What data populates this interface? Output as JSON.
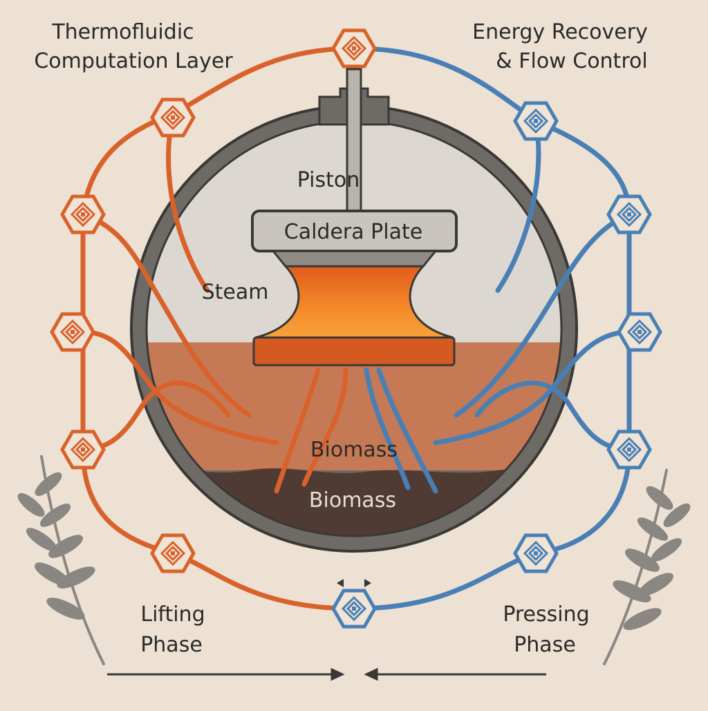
{
  "labels": {
    "left_title_line1": "Thermofluidic",
    "left_title_line2": "Computation Layer",
    "right_title_line1": "Energy Recovery",
    "right_title_line2": "& Flow Control",
    "piston": "Piston",
    "caldera_plate": "Caldera Plate",
    "steam": "Steam",
    "biomass_upper": "Biomass",
    "biomass_lower": "Biomass",
    "lifting_line1": "Lifting",
    "lifting_line2": "Phase",
    "pressing_line1": "Pressing",
    "pressing_line2": "Phase"
  },
  "colors": {
    "background": "#ece1d3",
    "lifting_network": "#d9622b",
    "pressing_network": "#4a7fb5",
    "vessel_shell": "#6e6b66",
    "steam_zone": "#dcd8d1",
    "biomass_zone": "#c57a55",
    "sediment": "#4f3b33",
    "plate_glow": "#f07f2c"
  },
  "icons": [
    "hex-node-icon",
    "fern-icon",
    "double-arrow-icon"
  ]
}
